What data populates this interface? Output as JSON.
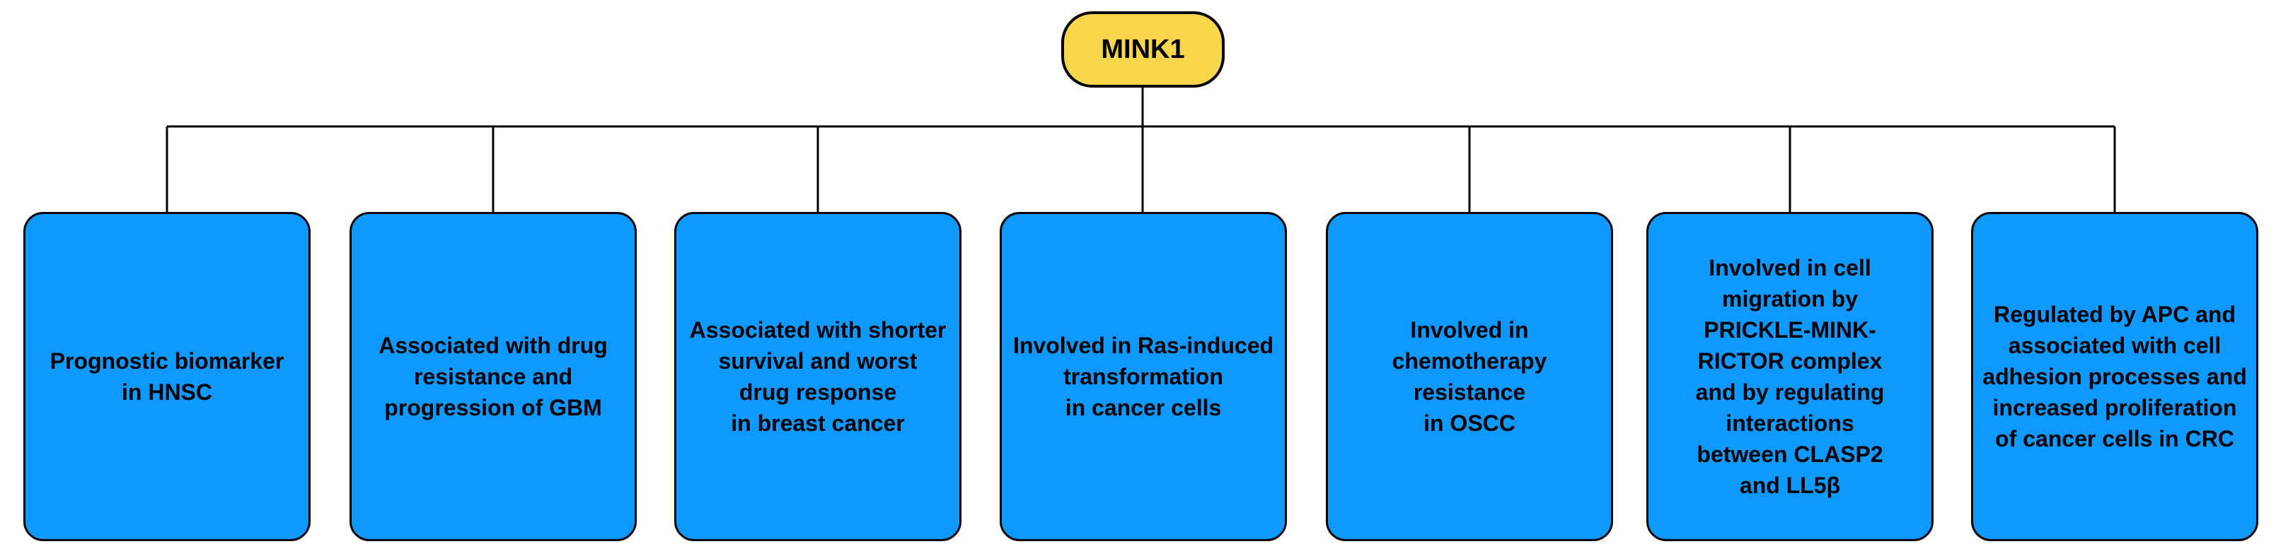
{
  "diagram": {
    "colors": {
      "root_fill": "#F8D64B",
      "child_fill": "#0D99FF",
      "stroke": "#000000",
      "text": "#000000",
      "background": "#FFFFFF"
    },
    "root": {
      "label": "MINK1"
    },
    "children": [
      {
        "label": "Prognostic biomarker\nin HNSC"
      },
      {
        "label": "Associated with drug\nresistance and\nprogression of GBM"
      },
      {
        "label": "Associated with shorter\nsurvival and worst\ndrug response\nin breast cancer"
      },
      {
        "label": "Involved in Ras-induced\ntransformation\nin cancer cells"
      },
      {
        "label": "Involved in\nchemotherapy\nresistance\nin OSCC"
      },
      {
        "label": "Involved in cell\nmigration by\nPRICKLE-MINK-\nRICTOR complex\nand by regulating\ninteractions\nbetween CLASP2\nand LL5β"
      },
      {
        "label": "Regulated by APC and\nassociated with cell\nadhesion processes and\nincreased proliferation\nof cancer cells in CRC"
      }
    ]
  }
}
